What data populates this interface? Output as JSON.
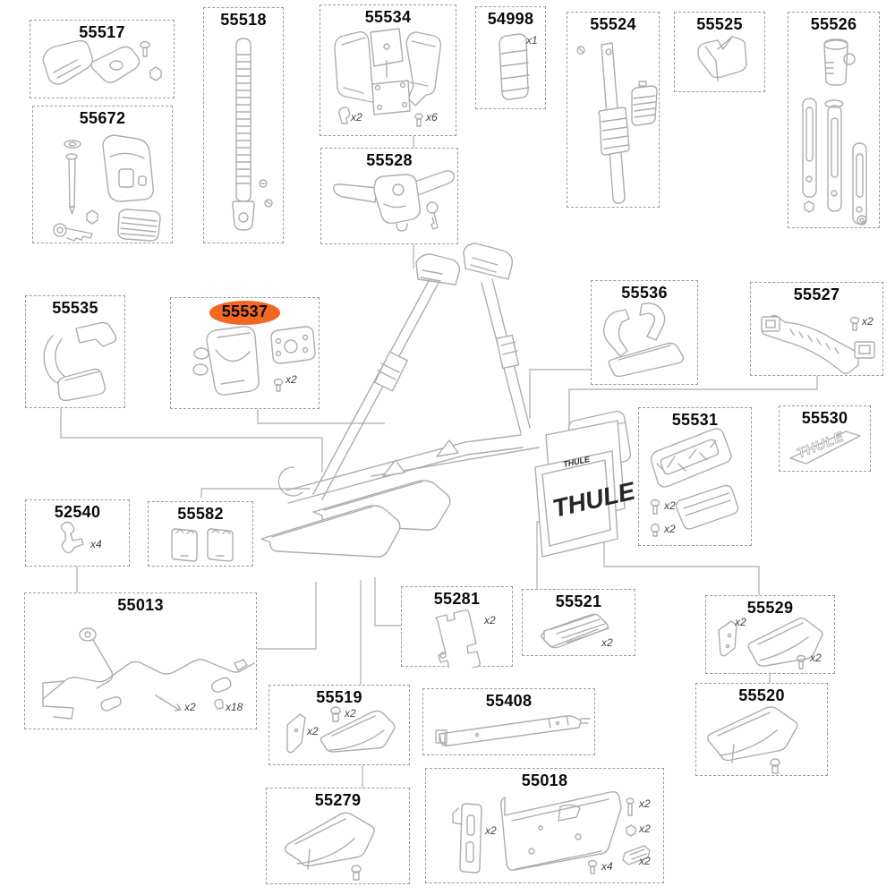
{
  "highlight": {
    "part": "55537",
    "color": "#F26722"
  },
  "assembly": {
    "plate_logo_small": "THULE",
    "plate_logo_large": "THULE"
  },
  "parts": {
    "55517": {
      "label": "55517",
      "badges": []
    },
    "55672": {
      "label": "55672",
      "badges": []
    },
    "55518": {
      "label": "55518",
      "badges": []
    },
    "55534": {
      "label": "55534",
      "badges": [
        "x2",
        "x6"
      ]
    },
    "54998": {
      "label": "54998",
      "badges": [
        "x1"
      ]
    },
    "55524": {
      "label": "55524",
      "badges": []
    },
    "55525": {
      "label": "55525",
      "badges": []
    },
    "55526": {
      "label": "55526",
      "badges": []
    },
    "55528": {
      "label": "55528",
      "badges": []
    },
    "55535": {
      "label": "55535",
      "badges": []
    },
    "55537": {
      "label": "55537",
      "badges": [
        "x2"
      ]
    },
    "55536": {
      "label": "55536",
      "badges": []
    },
    "55527": {
      "label": "55527",
      "badges": [
        "x2"
      ]
    },
    "55531": {
      "label": "55531",
      "badges": [
        "x2",
        "x2"
      ]
    },
    "55530": {
      "label": "55530",
      "badges": [],
      "sticker_text": "THULE"
    },
    "52540": {
      "label": "52540",
      "badges": [
        "x4"
      ]
    },
    "55582": {
      "label": "55582",
      "badges": []
    },
    "55013": {
      "label": "55013",
      "badges": [
        "x2",
        "x18"
      ]
    },
    "55281": {
      "label": "55281",
      "badges": [
        "x2"
      ]
    },
    "55521": {
      "label": "55521",
      "badges": [
        "x2"
      ]
    },
    "55529": {
      "label": "55529",
      "badges": [
        "x2",
        "x2"
      ]
    },
    "55520": {
      "label": "55520",
      "badges": []
    },
    "55519": {
      "label": "55519",
      "badges": [
        "x2",
        "x2"
      ]
    },
    "55408": {
      "label": "55408",
      "badges": []
    },
    "55279": {
      "label": "55279",
      "badges": []
    },
    "55018": {
      "label": "55018",
      "badges": [
        "x2",
        "x2",
        "x2",
        "x4",
        "x2"
      ]
    }
  }
}
